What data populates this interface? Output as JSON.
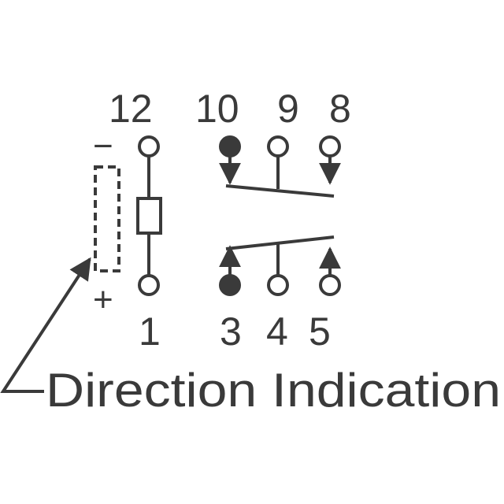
{
  "pins_top": {
    "p12": "12",
    "p10": "10",
    "p9": "9",
    "p8": "8"
  },
  "pins_bottom": {
    "p1": "1",
    "p3": "3",
    "p4": "4",
    "p5": "5"
  },
  "polarity": {
    "minus": "−",
    "plus": "+"
  },
  "caption": "Direction Indication",
  "colors": {
    "ink": "#3a3a3a",
    "background": "#ffffff"
  }
}
